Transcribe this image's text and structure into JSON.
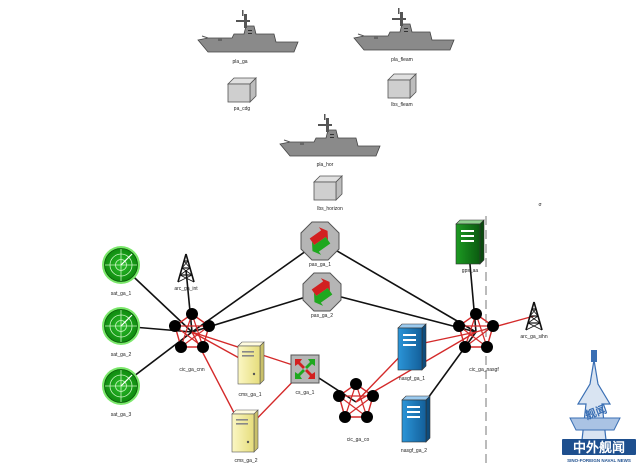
{
  "colors": {
    "ship": "#8a8a8a",
    "ship_dark": "#555555",
    "red_link": "#d42a2a",
    "black_link": "#111111",
    "radar_green": "#1fa81f",
    "radar_ring": "#7be86b",
    "server_green": "#0f7a16",
    "server_blue": "#1a7fc4",
    "server_yellow": "#f5f0a0",
    "router_grey": "#b5b5b5",
    "router_center": "#d22020",
    "watermark_blue": "#3a6fb4"
  },
  "labels": {
    "ship_left": "pla_ga",
    "ship_right": "pla_fleam",
    "ship_center": "pla_hor",
    "box_left": "pa_cdg",
    "box_right": "lbs_fleam",
    "box_center": "lbs_horizon",
    "router_top": "pas_ga_1",
    "router_mid": "pas_ga_2",
    "router_low": "cs_ga_1",
    "radar_1": "sat_ga_1",
    "radar_2": "sat_ga_2",
    "radar_3": "sat_ga_3",
    "antenna_left": "arc_ga_int",
    "antenna_right": "arc_ga_sihn",
    "cluster_left": "cic_ga_cnn",
    "cluster_center": "cic_ga_co",
    "cluster_right": "cic_ga_nasgf",
    "server_green": "gps_aa",
    "server_blue_1": "nasgf_ga_1",
    "server_blue_2": "nasgf_ga_2",
    "server_yellow_1": "cms_ga_1",
    "server_yellow_2": "cms_ga_2",
    "small_mark": "σ"
  },
  "watermark": {
    "title": "中外舰闻",
    "subtitle": "SINO-FOREIGN NAVAL NEWS",
    "badge": "舰闻"
  }
}
